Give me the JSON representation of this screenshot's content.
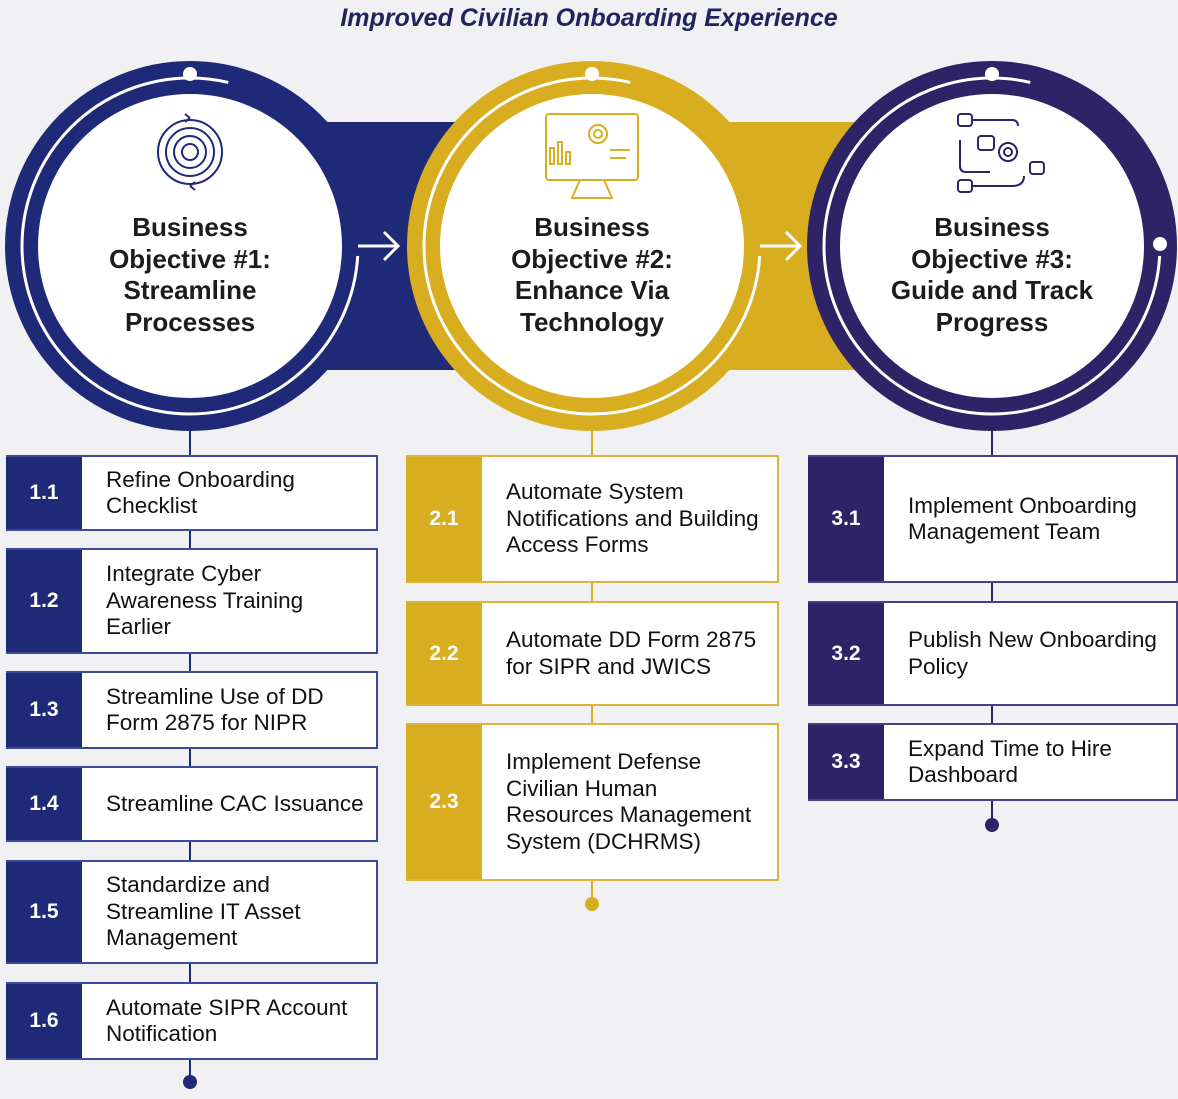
{
  "title": "Improved Civilian Onboarding Experience",
  "colors": {
    "blue": "#1e2a78",
    "gold": "#d8ad1f",
    "purple": "#2e2366"
  },
  "objectives": [
    {
      "heading": "Business Objective #1: Streamline Processes",
      "icon": "gear-cycle-icon",
      "items": [
        {
          "num": "1.1",
          "text": "Refine Onboarding Checklist"
        },
        {
          "num": "1.2",
          "text": "Integrate Cyber Awareness Training Earlier"
        },
        {
          "num": "1.3",
          "text": "Streamline Use of DD Form 2875 for NIPR"
        },
        {
          "num": "1.4",
          "text": "Streamline CAC Issuance"
        },
        {
          "num": "1.5",
          "text": "Standardize and Streamline IT Asset Management"
        },
        {
          "num": "1.6",
          "text": "Automate SIPR Account Notification"
        }
      ]
    },
    {
      "heading": "Business Objective #2: Enhance Via Technology",
      "icon": "monitor-gear-icon",
      "items": [
        {
          "num": "2.1",
          "text": "Automate System Notifications and Building Access Forms"
        },
        {
          "num": "2.2",
          "text": "Automate DD Form 2875 for SIPR and JWICS"
        },
        {
          "num": "2.3",
          "text": "Implement Defense Civilian Human Resources Management System (DCHRMS)"
        }
      ]
    },
    {
      "heading": "Business Objective #3: Guide and Track Progress",
      "icon": "workflow-gear-icon",
      "items": [
        {
          "num": "3.1",
          "text": "Implement Onboarding Management Team"
        },
        {
          "num": "3.2",
          "text": "Publish New Onboarding Policy"
        },
        {
          "num": "3.3",
          "text": "Expand Time to Hire Dashboard"
        }
      ]
    }
  ]
}
